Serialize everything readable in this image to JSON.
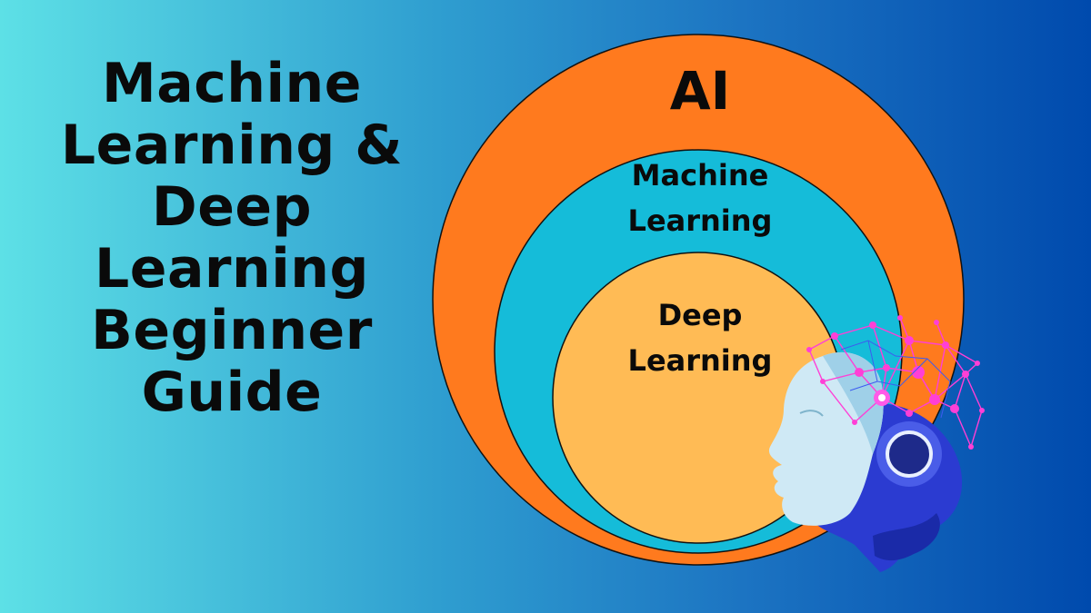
{
  "title": {
    "lines": [
      "Machine",
      "Learning &",
      "Deep",
      "Learning",
      "Beginner",
      "Guide"
    ]
  },
  "diagram": {
    "outer_label": "AI",
    "middle_label_lines": [
      "Machine",
      "Learning"
    ],
    "inner_label_lines": [
      "Deep",
      "Learning"
    ]
  },
  "colors": {
    "background_left": "#5de0e6",
    "background_right": "#004aad",
    "outer_circle": "#ff7a1e",
    "middle_circle": "#15bcd9",
    "inner_circle": "#ffbb55",
    "text": "#0a0a0a",
    "network_accent": "#ff3fd6"
  },
  "icons": [
    "robot-head-illustration",
    "neural-network-graphic"
  ]
}
